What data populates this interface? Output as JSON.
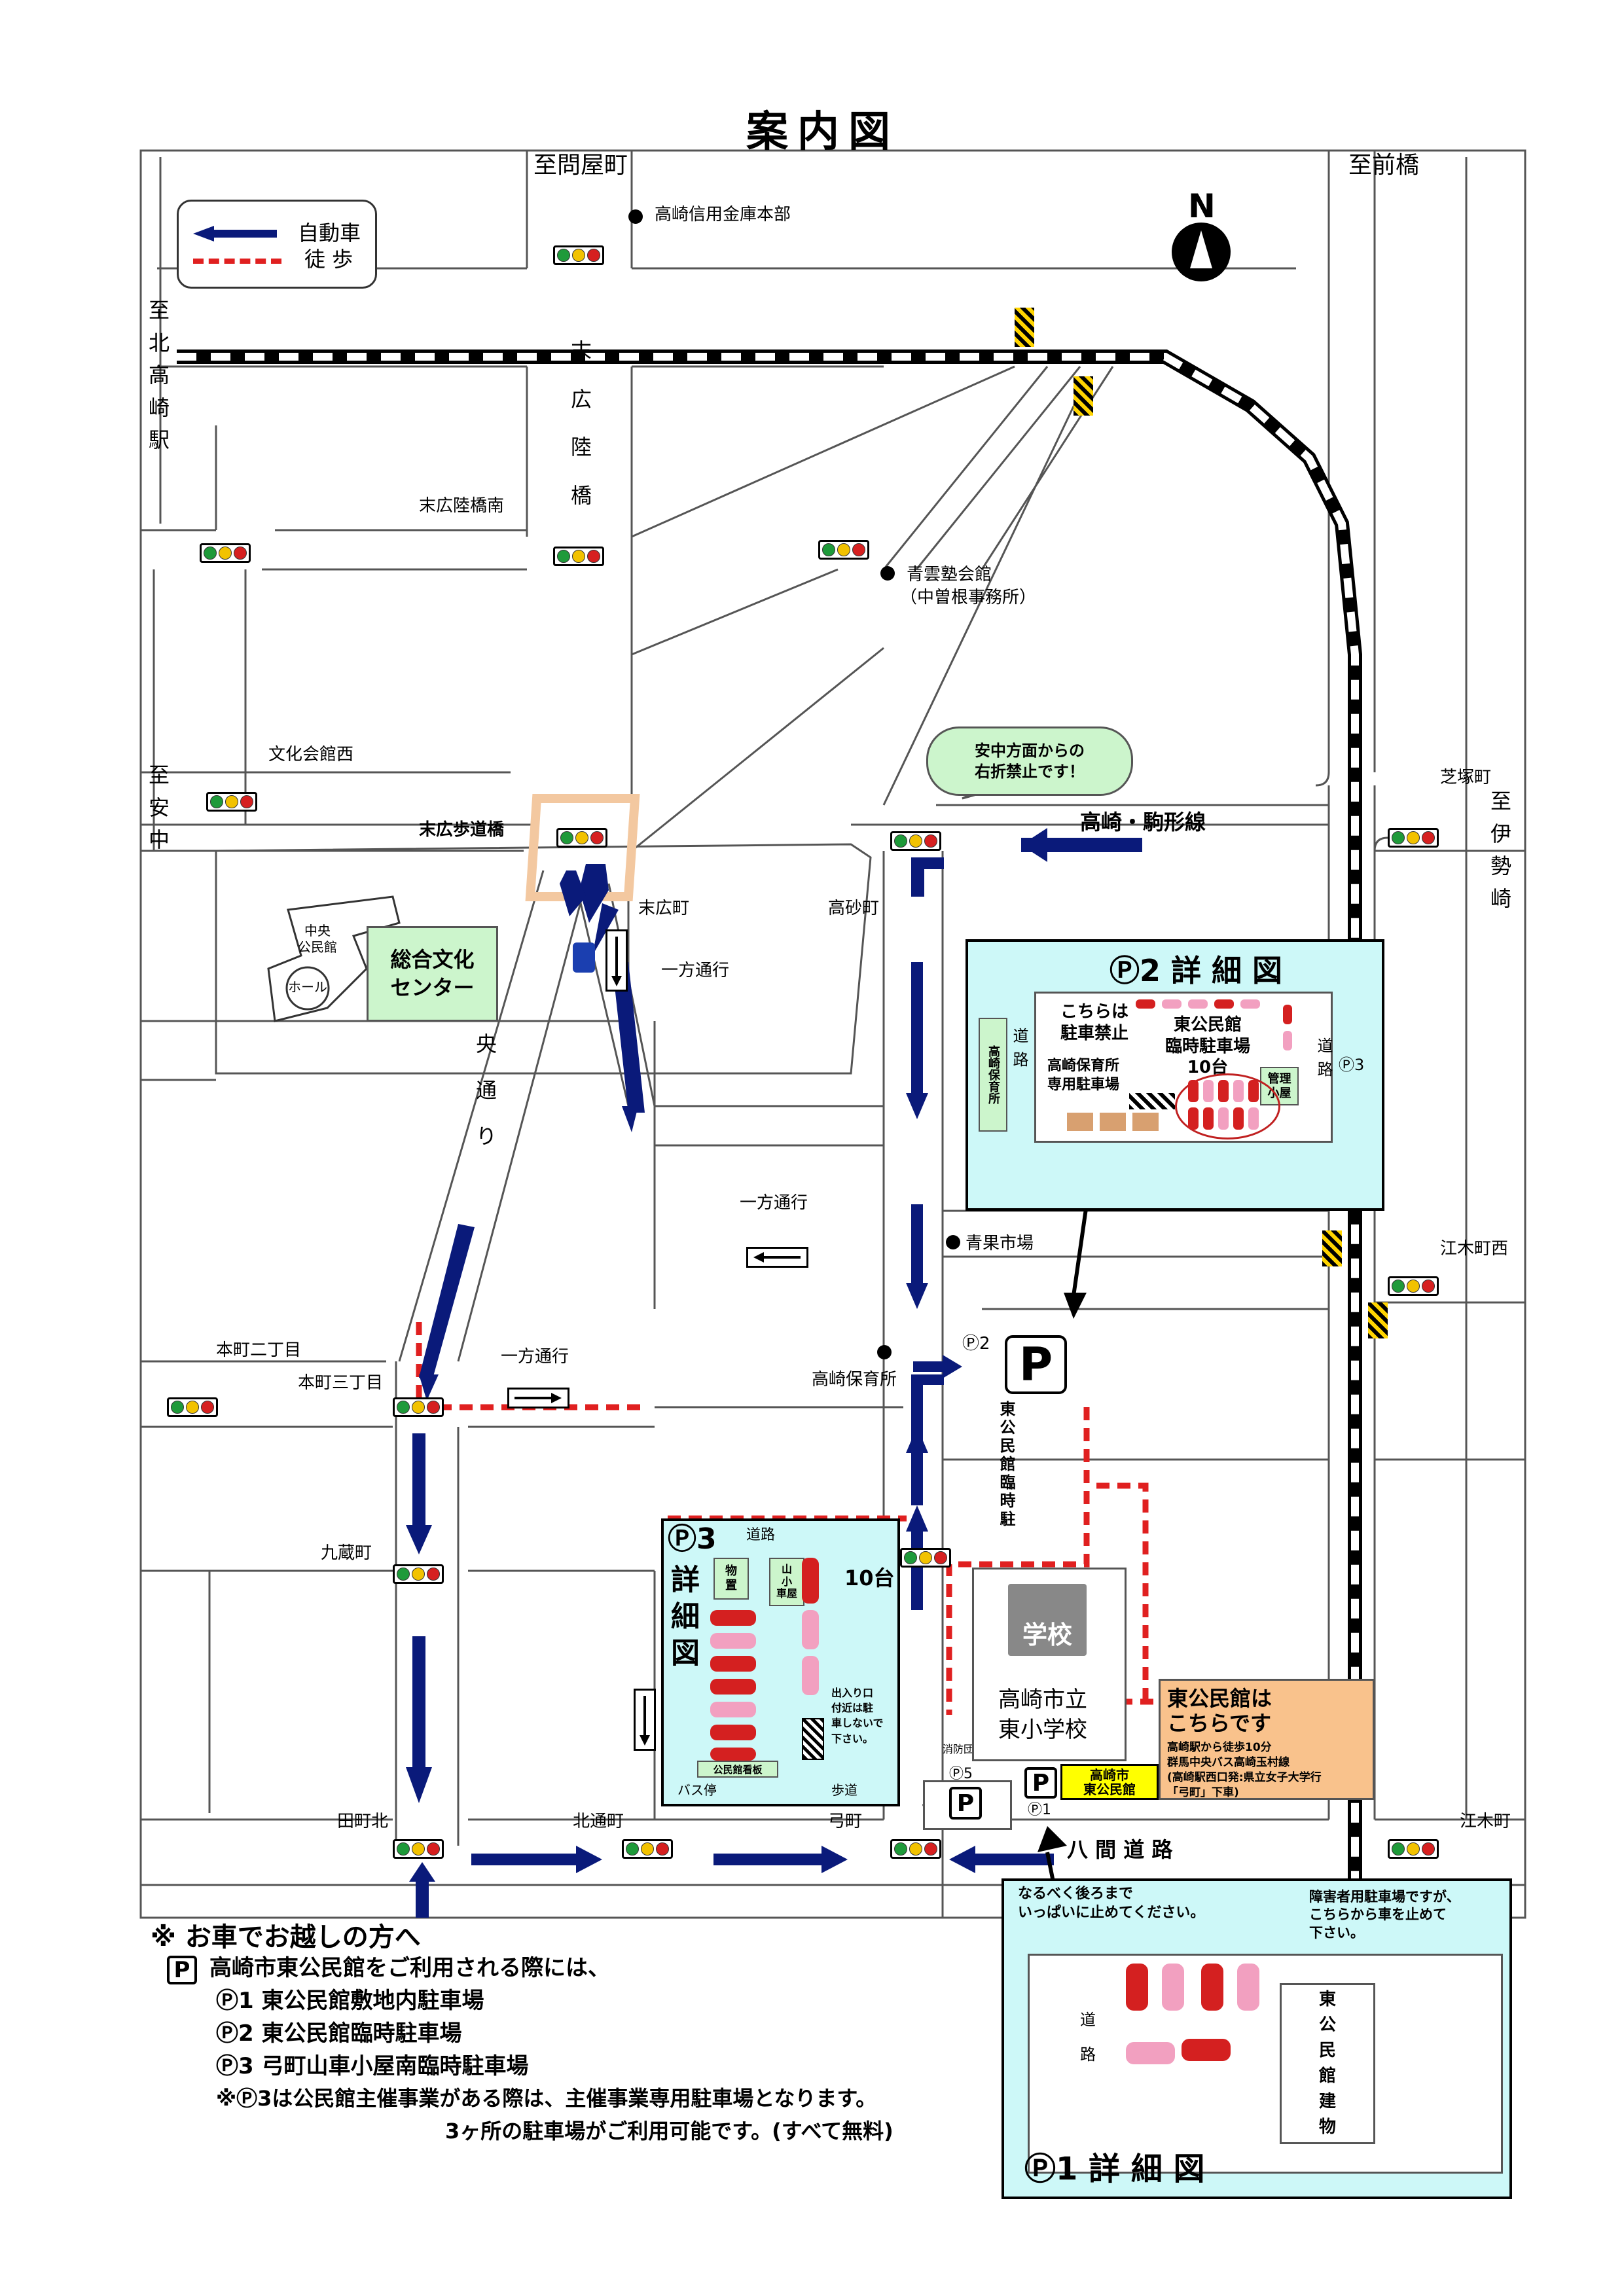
{
  "title": "案内図",
  "compass": "N",
  "legend": {
    "car": "自動車",
    "walk": "徒 歩"
  },
  "directions": {
    "toimaya": "至問屋町",
    "tomaebashi": "至前橋",
    "tokitatakasaki": "至北高崎駅",
    "toannaka": "至安中",
    "toisesaki": "至伊勢崎"
  },
  "streets": {
    "suehiro_bridge": "末広陸橋",
    "chuo_dori": "中央通り",
    "takasaki_komagata": "高崎・駒形線",
    "hachiken": "八 間 道 路"
  },
  "intersections": {
    "suehiro_south": "末広陸橋南",
    "bunka_nishi": "文化会館西",
    "suehiro_footbridge": "末広歩道橋",
    "suehiro_cho": "末広町",
    "takasago": "高砂町",
    "shibatsuka": "芝塚町",
    "motomachi2": "本町二丁目",
    "motomachi3": "本町三丁目",
    "kuzo": "九蔵町",
    "tamachi_kita": "田町北",
    "kitadori": "北通町",
    "yumi": "弓町",
    "egi": "江木町",
    "egi_nishi": "江木町西"
  },
  "landmarks": {
    "shinkin": "高崎信用金庫本部",
    "seiun": "青雲塾会館",
    "seiun_sub": "（中曽根事務所）",
    "seika": "青果市場",
    "nursery": "高崎保育所",
    "chuo_kominkan": "中央\n公民館",
    "hall": "ホール",
    "bunka_center": "総合文化\nセンター",
    "school_badge": "学校",
    "school_name": "高崎市立\n東小学校",
    "temp_lot_vertical": "東公民館臨時駐",
    "kominkan_sign": "高崎市\n東公民館"
  },
  "oneway": "一方通行",
  "callout": "安中方面からの\n右折禁止です！",
  "arrival": {
    "title": "東公民館は\nこちらです",
    "body": "高崎駅から徒歩10分\n群馬中央バス高崎玉村線\n(高崎駅西口発:県立女子大学行\n「弓町」下車)"
  },
  "parking": {
    "p": "P",
    "p1": "Ⓟ1",
    "p2": "Ⓟ2",
    "p3": "Ⓟ3",
    "p5": "Ⓟ5"
  },
  "p2_detail": {
    "title": "Ⓟ2 詳 細 図",
    "no_parking": "こちらは\n駐車禁止",
    "lot": "東公民館\n臨時駐車場\n10台",
    "nursery_lot": "高崎保育所\n専用駐車場",
    "nursery": "高崎保育所",
    "road": "道路",
    "kanri": "管理\n小屋",
    "p3": "Ⓟ3"
  },
  "p3_detail": {
    "title_p": "Ⓟ3",
    "title": "詳細図",
    "road": "道路",
    "monooki": "物\n置",
    "yamaguruma": "山\n小\n車屋",
    "count": "10台",
    "notice": "出入り口\n付近は駐\n車しないで\n下さい。",
    "board": "公民館看板",
    "bus": "バス停",
    "sidewalk": "歩道",
    "fire": "消防団"
  },
  "p1_detail": {
    "note_left": "なるべく後ろまで\nいっぱいに止めてください。",
    "note_right": "障害者用駐車場ですが、\nこちらから車を止めて\n下さい。",
    "road": "道\n路",
    "building": "東\n公\n民\n館\n建\n物",
    "title": "Ⓟ1 詳 細 図"
  },
  "notes": {
    "heading": "※ お車でお越しの方へ",
    "intro": "高崎市東公民館をご利用される際には、",
    "items": [
      "Ⓟ1 東公民館敷地内駐車場",
      "Ⓟ2 東公民館臨時駐車場",
      "Ⓟ3 弓町山車小屋南臨時駐車場"
    ],
    "caution": "※Ⓟ3は公民館主催事業がある際は、主催事業専用駐車場となります。",
    "summary": "3ヶ所の駐車場がご利用可能です。(すべて無料)"
  },
  "colors": {
    "car_arrow": "#0a1a7a",
    "walk_route": "#e02020",
    "panel": "#cdf8f8",
    "center": "#ccf5cc",
    "arrival": "#f9c28c",
    "sign": "#ffff00",
    "footbridge": "#f3c8a0",
    "red_car": "#d42020",
    "pink_car": "#f2a0c0"
  }
}
